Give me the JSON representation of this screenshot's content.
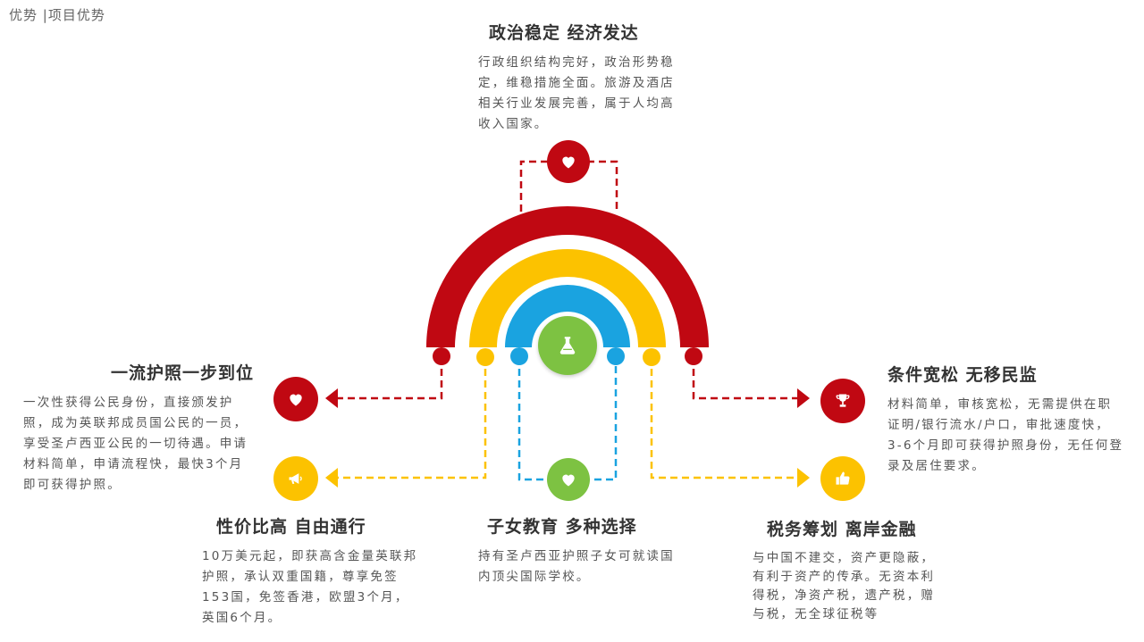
{
  "page_label": "优势 |项目优势",
  "colors": {
    "red": "#c00812",
    "yellow": "#fcc200",
    "blue": "#1aa3e0",
    "green": "#7dc242"
  },
  "sections": {
    "top": {
      "title": "政治稳定 经济发达",
      "desc": "行政组织结构完好，政治形势稳定，维稳措施全面。旅游及酒店相关行业发展完善，属于人均高收入国家。",
      "icon": "heart-icon"
    },
    "left_top": {
      "title": "一流护照一步到位",
      "desc": "一次性获得公民身份，直接颁发护照，成为英联邦成员国公民的一员，享受圣卢西亚公民的一切待遇。申请材料简单，申请流程快，最快3个月即可获得护照。",
      "icon": "heart-icon"
    },
    "left_bottom": {
      "title": "性价比高 自由通行",
      "desc": "10万美元起，即获高含金量英联邦护照，承认双重国籍，尊享免签153国，免签香港，欧盟3个月，英国6个月。",
      "icon": "megaphone-icon"
    },
    "center_bottom": {
      "title": "子女教育 多种选择",
      "desc": "持有圣卢西亚护照子女可就读国内顶尖国际学校。",
      "icon": "heart-icon"
    },
    "right_top": {
      "title": "条件宽松 无移民监",
      "desc": "材料简单，审核宽松，无需提供在职证明/银行流水/户口，审批速度快，3-6个月即可获得护照身份，无任何登录及居住要求。",
      "icon": "trophy-icon"
    },
    "right_bottom": {
      "title": "税务筹划 离岸金融",
      "desc": "与中国不建交，资产更隐蔽，有利于资产的传承。无资本利得税，净资产税，遗产税，赠与税，无全球征税等",
      "icon": "thumbs-up-icon"
    }
  },
  "center_icon": "flask-icon"
}
